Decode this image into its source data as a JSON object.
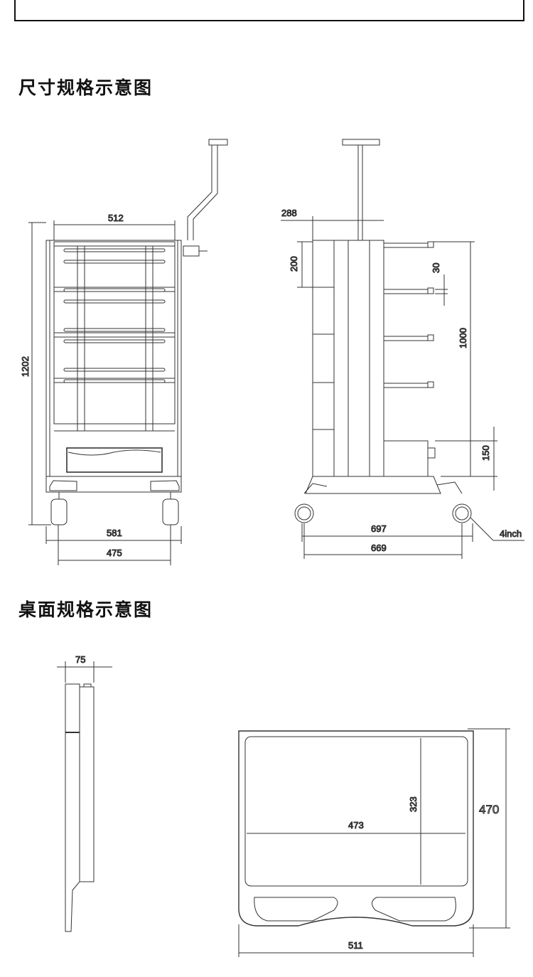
{
  "section1": {
    "title": "尺寸规格示意图"
  },
  "section2": {
    "title": "桌面规格示意图"
  },
  "front_view": {
    "width_top": "512",
    "height": "1202",
    "width_base": "581",
    "wheel_span": "475"
  },
  "side_view": {
    "top_offset": "288",
    "shelf_gap": "200",
    "shelf_thickness": "30",
    "column_height": "1000",
    "base_height": "150",
    "depth": "697",
    "wheel_depth": "669",
    "wheel_size": "4inch"
  },
  "desk_side": {
    "thickness": "75"
  },
  "desk_top": {
    "inner_width": "473",
    "inner_depth": "323",
    "depth": "470",
    "width": "511"
  },
  "colors": {
    "line": "#333333",
    "accent_blue": "#2255dd",
    "accent_green": "#1a9a4a"
  }
}
